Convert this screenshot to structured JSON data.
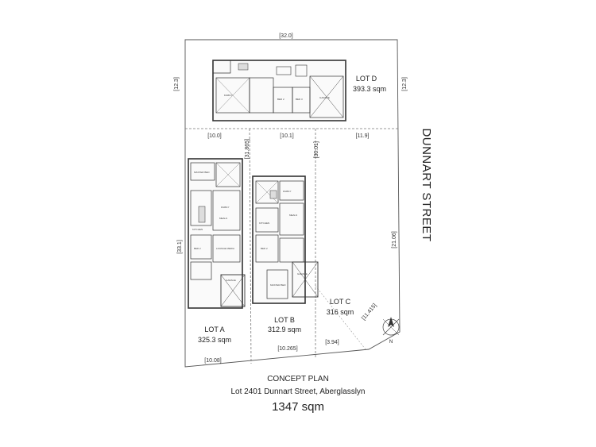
{
  "dimensions": {
    "top": "[32.0]",
    "lot_d_left": "[12.3]",
    "lot_d_right": "[12.3]",
    "mid_a": "[10.0]",
    "mid_b": "[10.1]",
    "mid_c": "[11.9]",
    "lot_a_side": "[33.1]",
    "lot_b_left": "[31.865]",
    "lot_b_right": "[30.01]",
    "lot_c_side": "[21.06]",
    "lot_c_diag": "[11.415]",
    "bottom_a": "[10.08]",
    "bottom_b": "[10.265]",
    "bottom_c": "[3.94]"
  },
  "lots": {
    "a": {
      "name": "LOT A",
      "area": "325.3 sqm"
    },
    "b": {
      "name": "LOT B",
      "area": "312.9 sqm"
    },
    "c": {
      "name": "LOT C",
      "area": "316 sqm"
    },
    "d": {
      "name": "LOT D",
      "area": "393.3 sqm"
    }
  },
  "street_name": "DUNNART STREET",
  "room_labels": {
    "master": "MASTER BED",
    "family": "FAMILY",
    "meals": "MEALS",
    "kitchen": "KITCHEN",
    "bed2": "BED 2",
    "bed3": "BED 3",
    "lounge": "LOUNGE MEDIA",
    "garage": "GARAGE"
  },
  "caption": {
    "title": "CONCEPT PLAN",
    "subtitle": "Lot 2401 Dunnart Street, Aberglasslyn",
    "total_area": "1347 sqm"
  },
  "north_label": "N"
}
